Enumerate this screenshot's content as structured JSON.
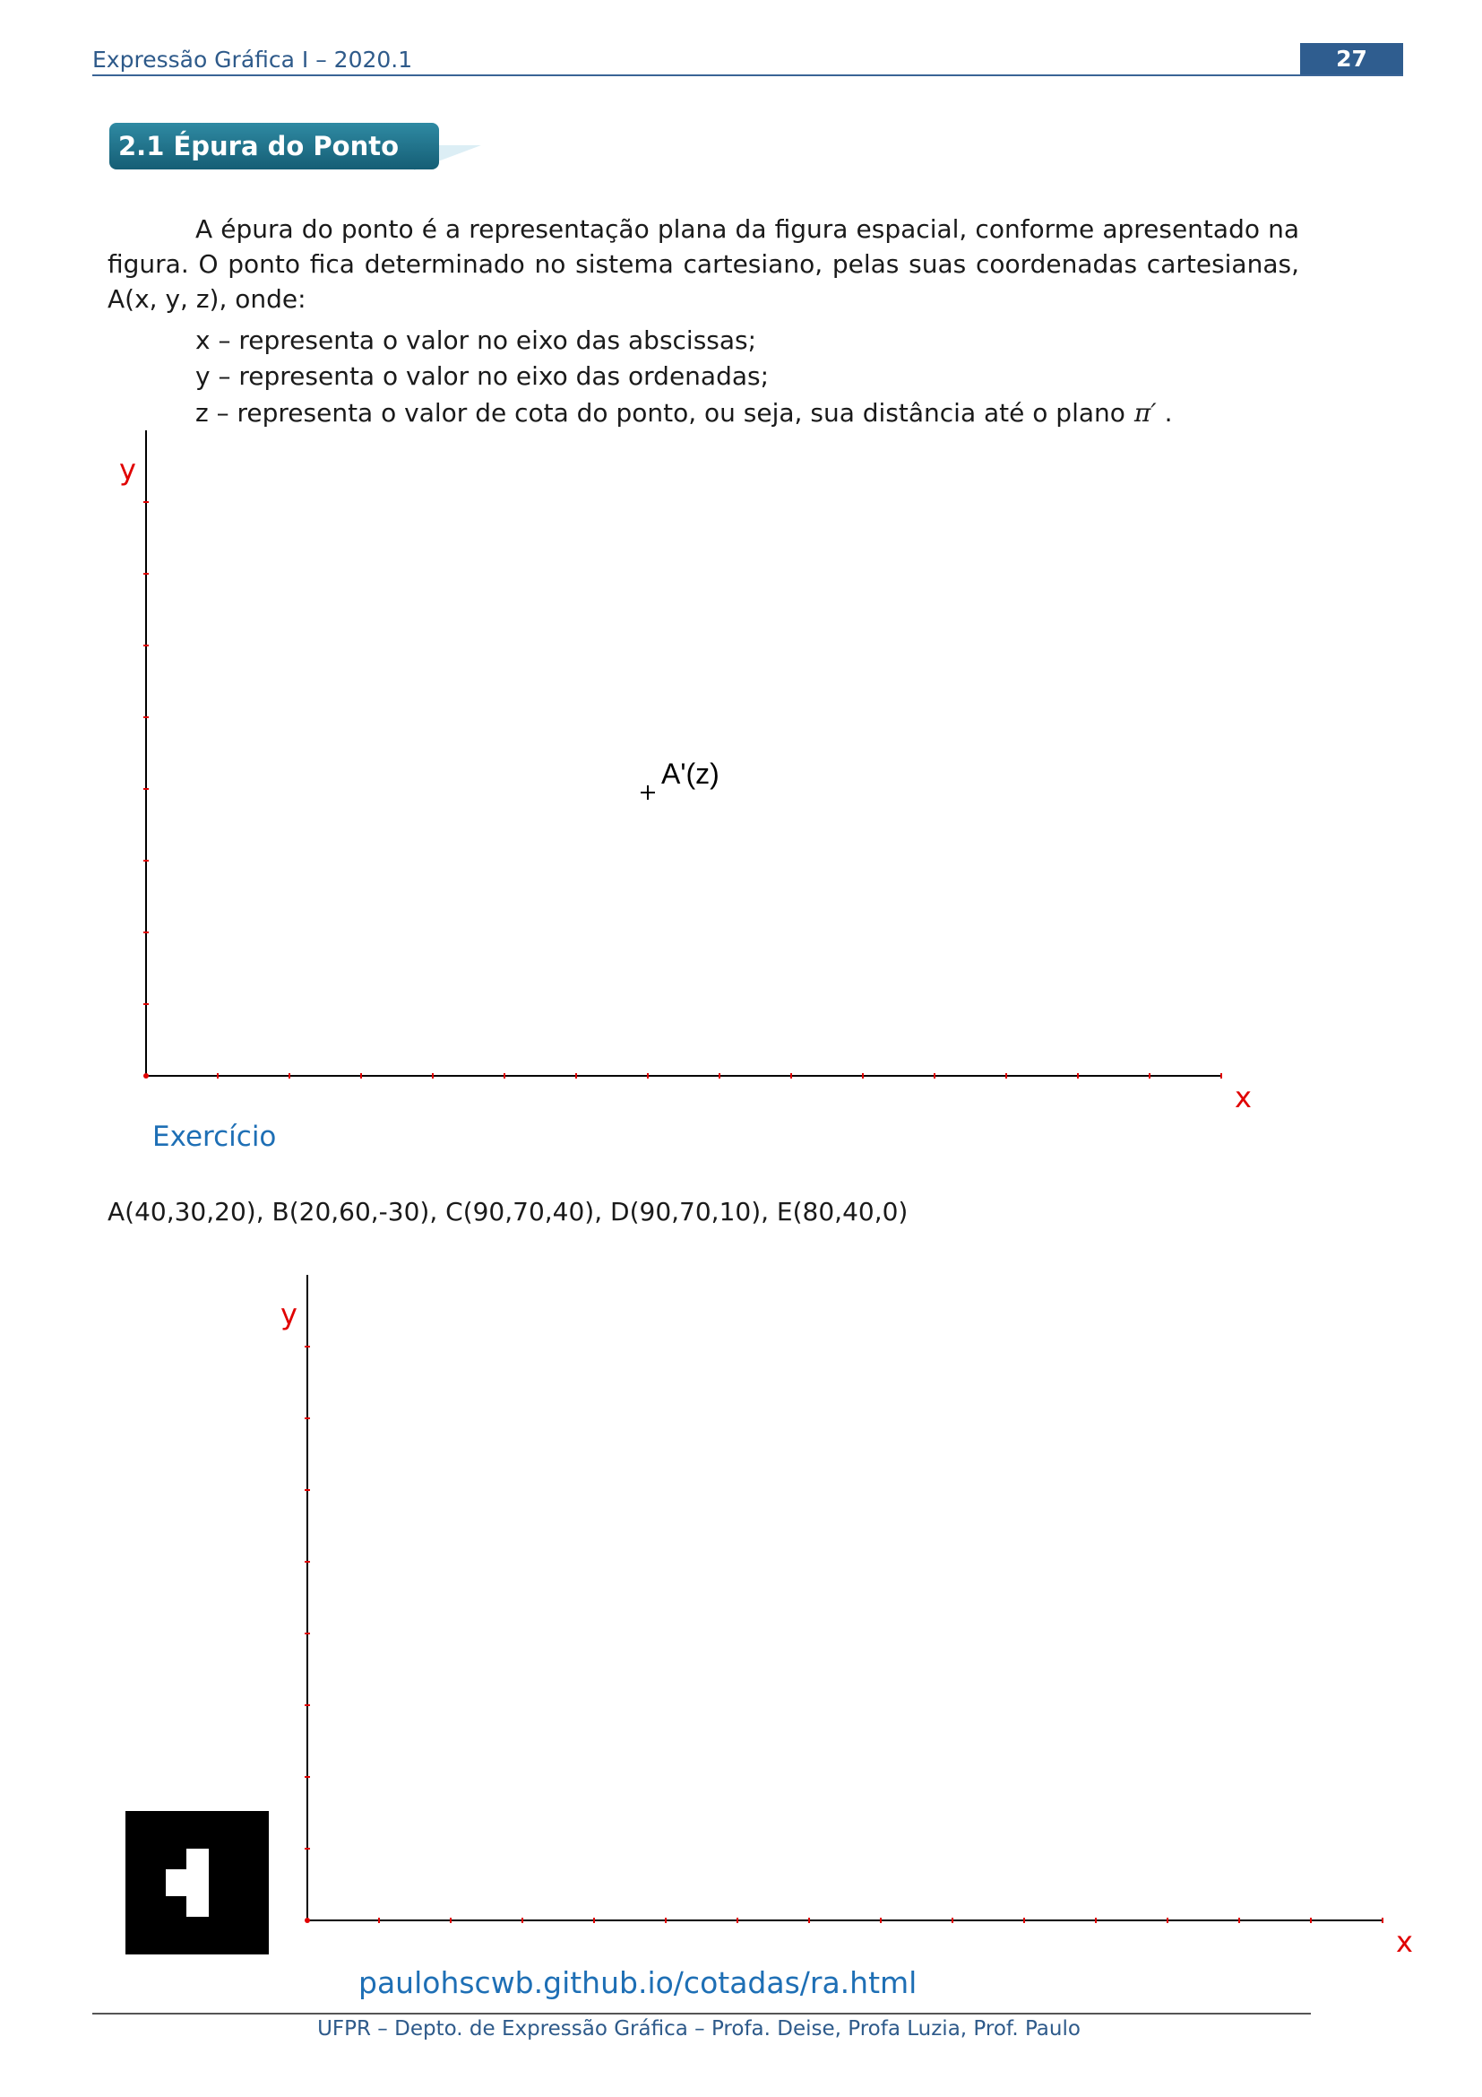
{
  "header": {
    "title": "Expressão Gráfica I – 2020.1",
    "page_number": "27"
  },
  "section": {
    "heading": "2.1 Épura do Ponto"
  },
  "intro": {
    "paragraph": "A épura do ponto é a representação plana da figura espacial, conforme apresentado na figura. O ponto fica determinado no sistema cartesiano, pelas suas coordenadas cartesianas, A(x, y, z), onde:",
    "item_x": "x – representa o valor no eixo das abscissas;",
    "item_y": "y – representa o valor no eixo das ordenadas;",
    "item_z": "z – representa o valor de cota do ponto, ou seja, sua distância até o plano",
    "pi_symbol": "π′",
    "item_z_end": "."
  },
  "chart_data": [
    {
      "type": "scatter",
      "xlabel": "x",
      "ylabel": "y",
      "x_ticks": 15,
      "y_ticks": 8,
      "points": [
        {
          "label": "A'(z)",
          "x": 7,
          "y": 4
        }
      ],
      "tick_color": "#e00000",
      "label_color": "#e00000"
    },
    {
      "type": "scatter",
      "xlabel": "x",
      "ylabel": "y",
      "x_ticks": 15,
      "y_ticks": 8,
      "points": [],
      "tick_color": "#e00000",
      "label_color": "#e00000"
    }
  ],
  "exercise": {
    "title": "Exercício",
    "points": "A(40,30,20), B(20,60,-30), C(90,70,40), D(90,70,10), E(80,40,0)"
  },
  "link": {
    "url_text": "paulohscwb.github.io/cotadas/ra.html"
  },
  "footer": {
    "text": "UFPR – Depto. de Expressão Gráfica – Profa. Deise, Profa Luzia, Prof. Paulo"
  }
}
